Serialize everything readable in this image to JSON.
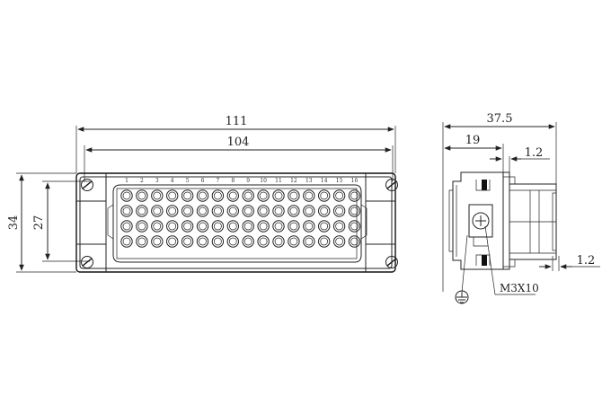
{
  "front_view": {
    "dimensions": {
      "overall_width": "111",
      "inner_width": "104",
      "overall_height": "34",
      "inner_height": "27"
    },
    "column_numbers": [
      "1",
      "2",
      "3",
      "4",
      "5",
      "6",
      "7",
      "8",
      "9",
      "10",
      "11",
      "12",
      "13",
      "14",
      "15",
      "16"
    ],
    "contact_rows": 4,
    "contact_columns": 16
  },
  "side_view": {
    "dimensions": {
      "overall_depth": "37.5",
      "body_depth": "19",
      "flange_thickness": "1.2",
      "bottom_offset": "1.2"
    },
    "screw_label": "M3X10"
  }
}
